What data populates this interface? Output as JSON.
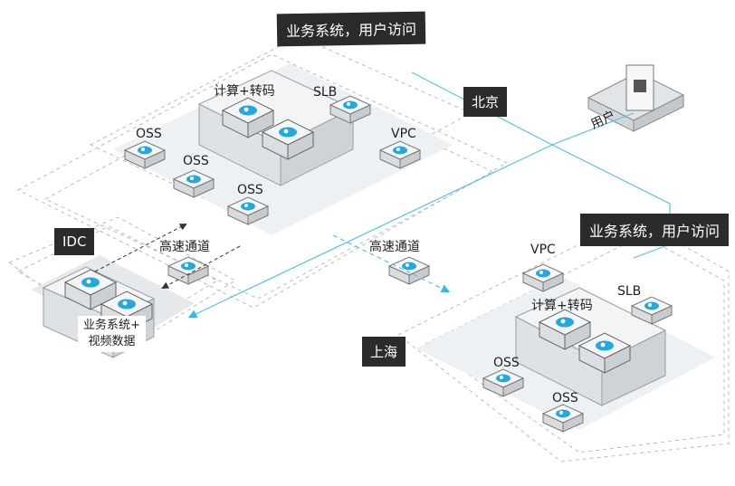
{
  "beijing": {
    "banner": "业务系统，用户访问",
    "region_tag": "北京",
    "compute_label": "计算+转码",
    "slb_label": "SLB",
    "vpc_label": "VPC",
    "oss_labels": [
      "OSS",
      "OSS",
      "OSS"
    ]
  },
  "user": {
    "label": "用户"
  },
  "idc": {
    "tag": "IDC",
    "box_label_line1": "业务系统+",
    "box_label_line2": "视频数据",
    "channel_label": "高速通道"
  },
  "middle_channel": {
    "label": "高速通道"
  },
  "shanghai": {
    "banner": "业务系统，用户访问",
    "region_tag": "上海",
    "vpc_label": "VPC",
    "compute_label": "计算+转码",
    "slb_label": "SLB",
    "oss_labels": [
      "OSS",
      "OSS"
    ]
  },
  "colors": {
    "accent": "#3db6e0",
    "line": "#5bc0e6",
    "dark": "#2b2b2b",
    "panel": "#eef1f3"
  }
}
